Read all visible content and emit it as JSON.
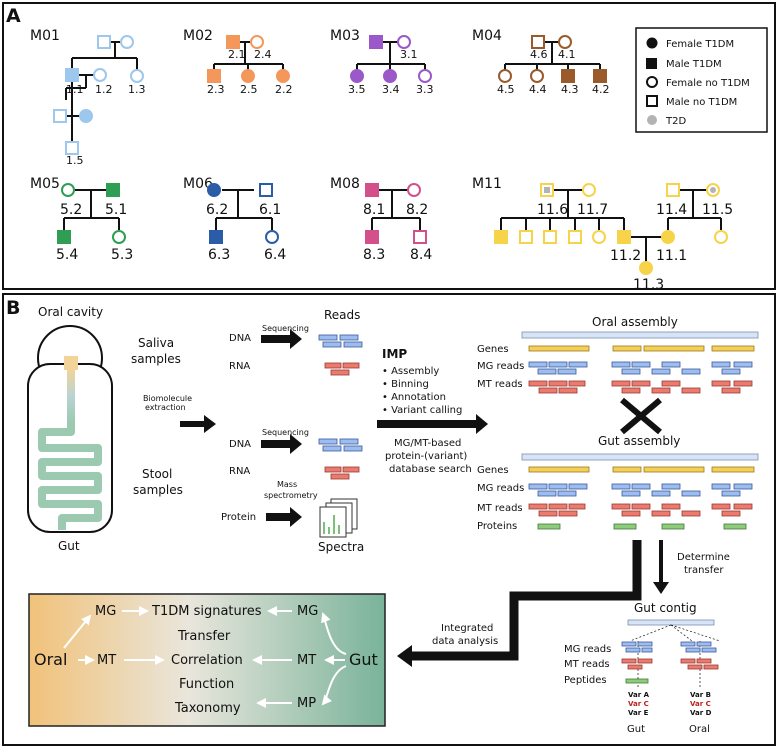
{
  "panel_a": {
    "label": "A",
    "families": [
      "M01",
      "M02",
      "M03",
      "M04",
      "M05",
      "M06",
      "M08",
      "M11"
    ],
    "legend": [
      "Female T1DM",
      "Male T1DM",
      "Female no T1DM",
      "Male no T1DM",
      "T2D"
    ],
    "m01": [
      "1.1",
      "1.2",
      "1.3",
      "1.5"
    ],
    "m02": [
      "2.1",
      "2.4",
      "2.3",
      "2.5",
      "2.2"
    ],
    "m03": [
      "3.1",
      "3.5",
      "3.4",
      "3.3"
    ],
    "m04": [
      "4.6",
      "4.1",
      "4.5",
      "4.4",
      "4.3",
      "4.2"
    ],
    "m05": [
      "5.2",
      "5.1",
      "5.4",
      "5.3"
    ],
    "m06": [
      "6.2",
      "6.1",
      "6.3",
      "6.4"
    ],
    "m08": [
      "8.1",
      "8.2",
      "8.3",
      "8.4"
    ],
    "m11": [
      "11.6",
      "11.7",
      "11.4",
      "11.5",
      "11.2",
      "11.1",
      "11.3"
    ]
  },
  "panel_b": {
    "label": "B",
    "oral_cavity": "Oral cavity",
    "gut": "Gut",
    "saliva": [
      "Saliva",
      "samples"
    ],
    "stool": [
      "Stool",
      "samples"
    ],
    "biomolecule": [
      "Biomolecule",
      "extraction"
    ],
    "dna": "DNA",
    "rna": "RNA",
    "protein": "Protein",
    "sequencing": "Sequencing",
    "mass_spec": [
      "Mass",
      "spectrometry"
    ],
    "reads": "Reads",
    "spectra": "Spectra",
    "imp_title": "IMP",
    "imp_steps": [
      "• Assembly",
      "• Binning",
      "• Annotation",
      "• Variant calling"
    ],
    "db_search": [
      "MG/MT-based",
      "protein-(variant)",
      "database search"
    ],
    "oral_assembly": "Oral assembly",
    "gut_assembly": "Gut assembly",
    "genes": "Genes",
    "mg_reads": "MG reads",
    "mt_reads": "MT reads",
    "proteins": "Proteins",
    "determine_transfer": [
      "Determine",
      "transfer"
    ],
    "gut_contig": "Gut contig",
    "peptides": "Peptides",
    "integrated": [
      "Integrated",
      "data analysis"
    ],
    "variants_gut": [
      "Var A",
      "Var C",
      "Var E"
    ],
    "variants_oral": [
      "Var B",
      "Var C",
      "Var D"
    ],
    "contig_gut": "Gut",
    "contig_oral": "Oral",
    "analysis": {
      "oral": "Oral",
      "gut": "Gut",
      "mg_left": "MG",
      "mt_left": "MT",
      "mg_right": "MG",
      "mt_right": "MT",
      "mp_right": "MP",
      "items": [
        "T1DM signatures",
        "Transfer",
        "Correlation",
        "Function",
        "Taxonomy"
      ]
    }
  }
}
